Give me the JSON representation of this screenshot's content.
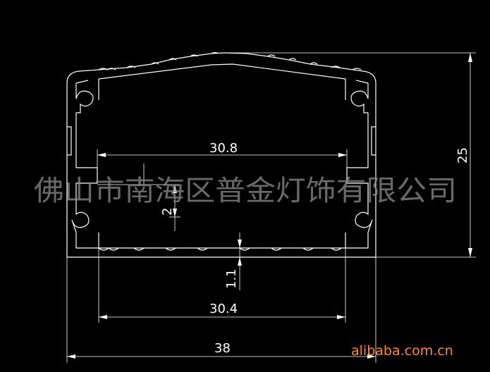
{
  "dimensions": {
    "inner_top": "30.8",
    "overall_height": "25",
    "slot": "2",
    "bottom_thickness": "1.1",
    "inner_bottom": "30.4",
    "overall_width": "38"
  },
  "watermark": "佛山市南海区普金灯饰有限公司",
  "site": "alibaba.com.cn",
  "colors": {
    "background": "#000000",
    "lines": "#ffffff",
    "watermark": "#8c8c8c",
    "site": "#ff8a1f"
  }
}
